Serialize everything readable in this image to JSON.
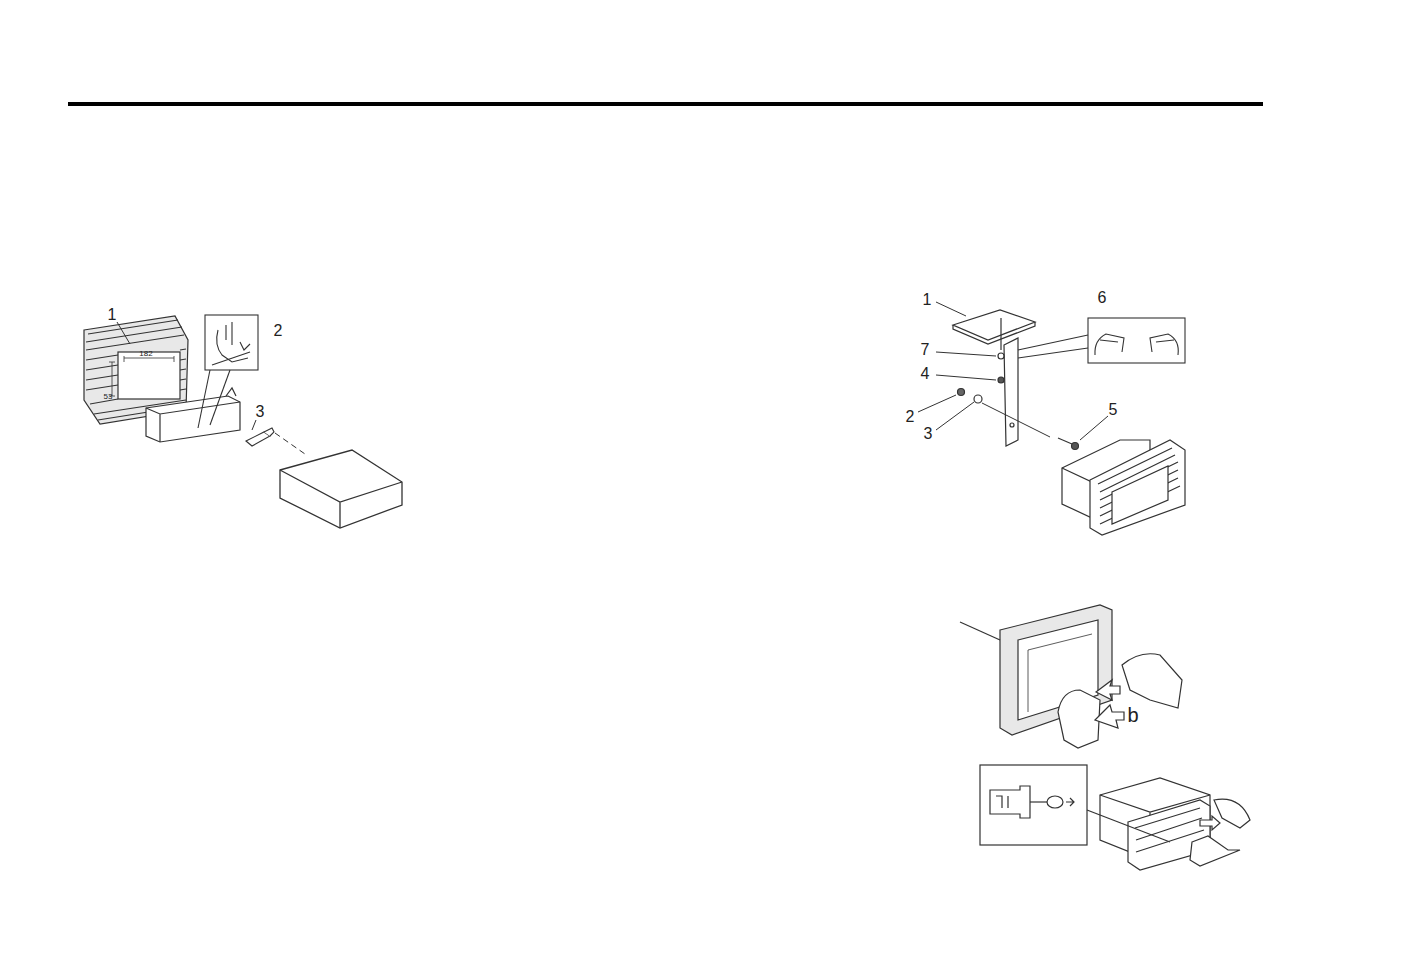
{
  "diagram": {
    "labels": [
      "1",
      "182",
      "53",
      "2",
      "3",
      "1",
      "6",
      "7",
      "4",
      "2",
      "3",
      "5",
      "b"
    ]
  }
}
